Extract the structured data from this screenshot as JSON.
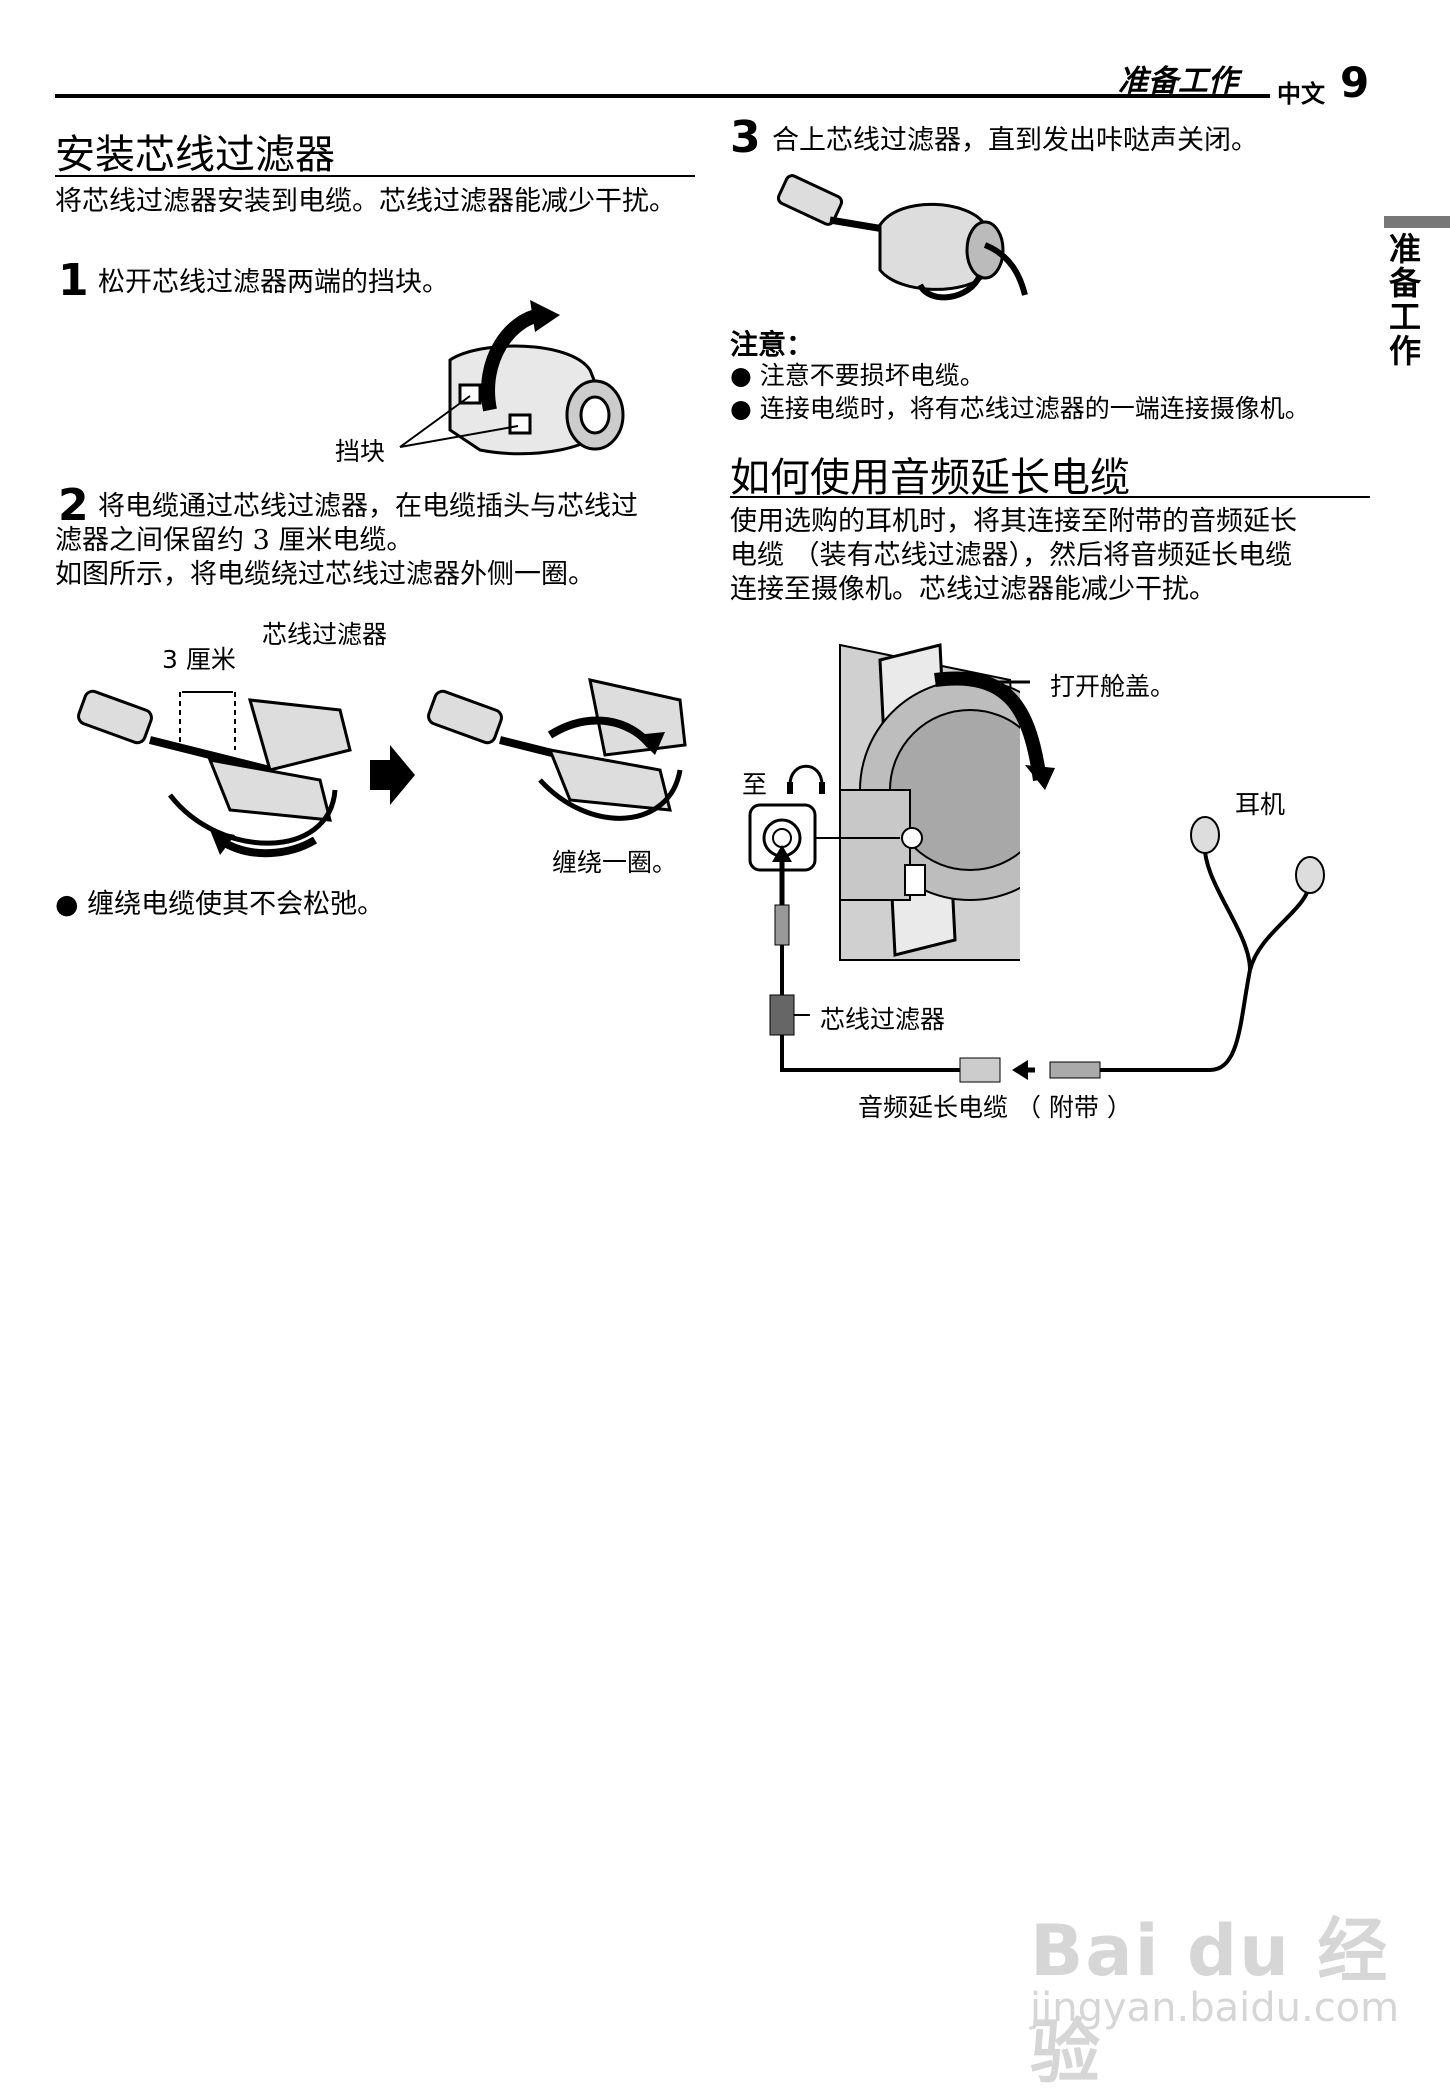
{
  "header": {
    "section": "准备工作",
    "language": "中文",
    "page_number": "9"
  },
  "side_tab": {
    "label": "准备工作"
  },
  "section1": {
    "title": "安装芯线过滤器",
    "intro": "将芯线过滤器安装到电缆。芯线过滤器能减少干扰。",
    "step1": {
      "number": "1",
      "text": "松开芯线过滤器两端的挡块。",
      "callout": "挡块"
    },
    "step2": {
      "number": "2",
      "text_line1": "将电缆通过芯线过滤器，在电缆插头与芯线过",
      "text_line2": "滤器之间保留约 3 厘米电缆。",
      "text_line3": "如图所示，将电缆绕过芯线过滤器外侧一圈。",
      "label_filter": "芯线过滤器",
      "label_distance": "3 厘米",
      "label_wrap": "缠绕一圈。"
    },
    "bullet": "缠绕电缆使其不会松弛。"
  },
  "section2": {
    "step3": {
      "number": "3",
      "text": "合上芯线过滤器，直到发出咔哒声关闭。"
    },
    "note": {
      "heading": "注意：",
      "items": [
        "注意不要损坏电缆。",
        "连接电缆时，将有芯线过滤器的一端连接摄像机。"
      ]
    }
  },
  "section3": {
    "title": "如何使用音频延长电缆",
    "paragraph_line1": "使用选购的耳机时，将其连接至附带的音频延长",
    "paragraph_line2": "电缆 （装有芯线过滤器），然后将音频延长电缆",
    "paragraph_line3": "连接至摄像机。芯线过滤器能减少干扰。",
    "labels": {
      "open_cover": "打开舱盖。",
      "to": "至",
      "earphones": "耳机",
      "core_filter": "芯线过滤器",
      "extension_cable": "音频延长电缆 （ 附带 ）"
    }
  },
  "watermark": {
    "logo": "Bai du 经验",
    "url": "jingyan.baidu.com"
  }
}
